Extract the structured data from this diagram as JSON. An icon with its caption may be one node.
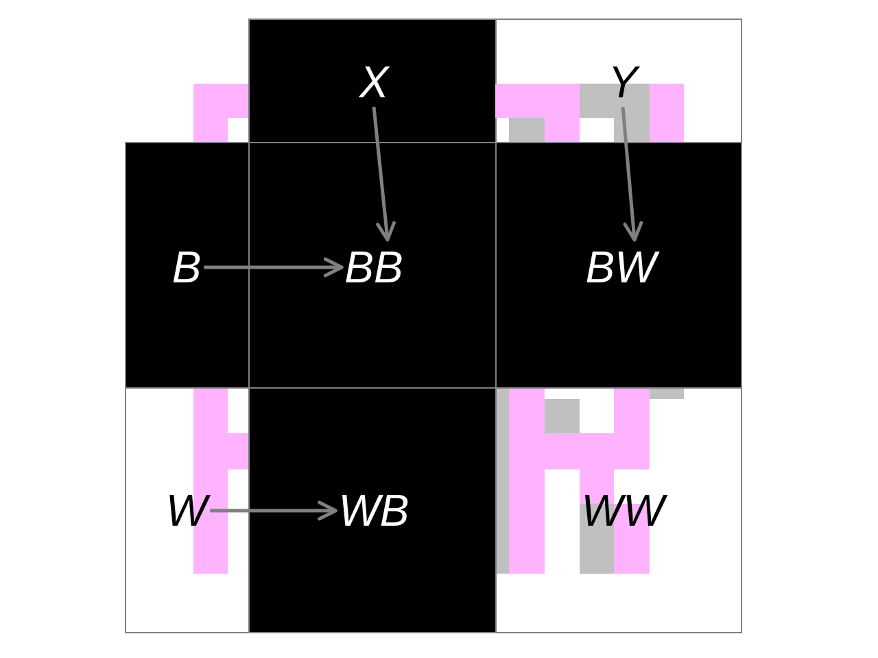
{
  "diagram": {
    "nodes": [
      {
        "text": [
          "X"
        ]
      },
      {
        "text": [
          "Y"
        ]
      },
      {
        "text": [
          "B"
        ]
      },
      {
        "text": [
          "BB"
        ]
      },
      {
        "text": [
          "BW"
        ]
      },
      {
        "text": [
          "W"
        ]
      },
      {
        "text": [
          "WB"
        ]
      },
      {
        "text": [
          "WW"
        ]
      }
    ],
    "edges": [
      {
        "from": 0,
        "to": 3,
        "arrow": "to"
      },
      {
        "from": 1,
        "to": 4,
        "arrow": "to"
      },
      {
        "from": 2,
        "to": 3,
        "arrow": "to"
      },
      {
        "from": 5,
        "to": 6,
        "arrow": "to"
      }
    ]
  }
}
